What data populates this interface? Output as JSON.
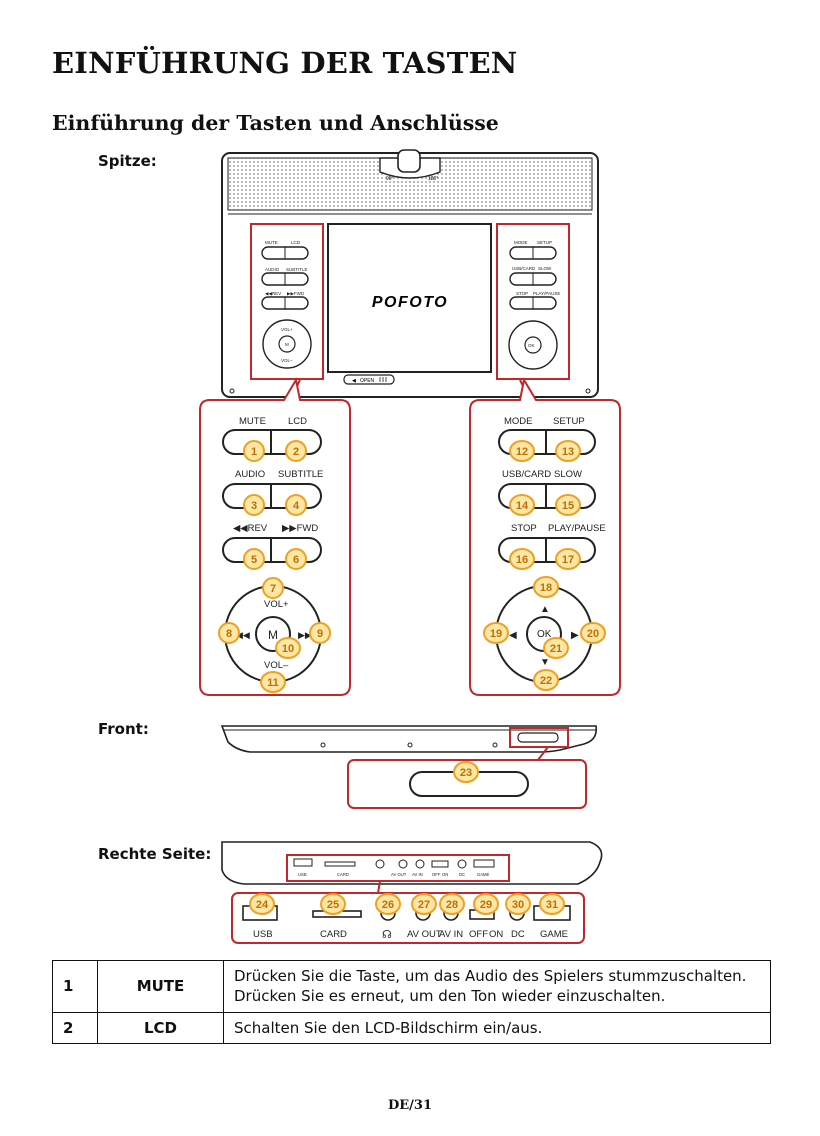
{
  "title": "EINFÜHRUNG DER TASTEN",
  "subtitle": "Einführung der Tasten und Anschlüsse",
  "labels": {
    "top": "Spitze:",
    "front": "Front:",
    "right": "Rechte Seite:"
  },
  "device": {
    "brand": "POFOTO",
    "angle_left": "90°",
    "angle_right": "180°",
    "open": "OPEN",
    "small_left": [
      "MUTE",
      "LCD",
      "AUDIO",
      "SUBTITLE",
      "◀◀REV",
      "▶▶FWD",
      "VOL+",
      "M",
      "VOL–"
    ],
    "small_right": [
      "MODE",
      "SETUP",
      "USB/CARD",
      "SLOW",
      "STOP",
      "PLAY/PAUSE",
      "OK"
    ],
    "side_small": [
      "USB",
      "CARD",
      "AV OUT",
      "AV IN",
      "OFF",
      "ON",
      "DC",
      "GAME"
    ]
  },
  "left_panel": {
    "labels": [
      "MUTE",
      "LCD",
      "AUDIO",
      "SUBTITLE",
      "◀◀REV",
      "▶▶FWD",
      "VOL+",
      "VOL–",
      "M"
    ],
    "numbers": [
      "1",
      "2",
      "3",
      "4",
      "5",
      "6",
      "7",
      "8",
      "9",
      "10",
      "11"
    ]
  },
  "right_panel": {
    "labels": [
      "MODE",
      "SETUP",
      "USB/CARD",
      "SLOW",
      "STOP",
      "PLAY/PAUSE",
      "OK"
    ],
    "numbers": [
      "12",
      "13",
      "14",
      "15",
      "16",
      "17",
      "18",
      "19",
      "20",
      "21",
      "22"
    ]
  },
  "front_number": "23",
  "side_panel": {
    "labels": [
      "USB",
      "CARD",
      "AV OUT",
      "AV IN",
      "OFF",
      "ON",
      "DC",
      "GAME"
    ],
    "numbers": [
      "24",
      "25",
      "26",
      "27",
      "28",
      "29",
      "30",
      "31"
    ]
  },
  "table": [
    {
      "num": "1",
      "name": "MUTE",
      "desc": [
        "Drücken Sie die Taste, um das Audio des Spielers stummzuschalten.",
        "Drücken Sie es erneut, um den Ton wieder einzuschalten."
      ]
    },
    {
      "num": "2",
      "name": "LCD",
      "desc": [
        "Schalten Sie den LCD-Bildschirm ein/aus."
      ]
    }
  ],
  "footer": "DE/31",
  "colors": {
    "accent_red": "#c0282e",
    "callout_orange": "#f0a020",
    "callout_fill": "#fde6a6"
  }
}
